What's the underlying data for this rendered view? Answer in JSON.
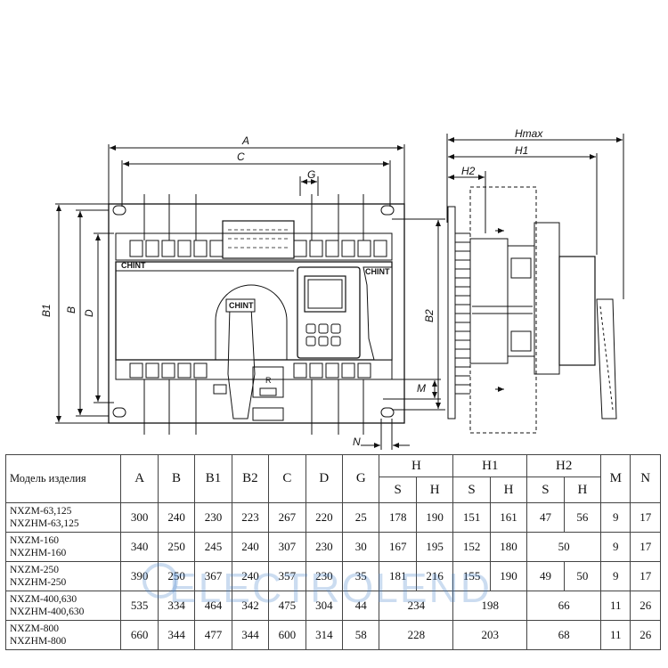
{
  "drawing": {
    "dims": {
      "A": "A",
      "C": "C",
      "G": "G",
      "B1": "B1",
      "B": "B",
      "D": "D",
      "B2": "B2",
      "M": "M",
      "N": "N",
      "Hmax": "Hmax",
      "H1": "H1",
      "H2": "H2"
    },
    "brand_front_left": "CHINT",
    "brand_front_right": "CHINT",
    "brand_handle": "CHINT",
    "panel_R": "R"
  },
  "table": {
    "header_model": "Модель изделия",
    "header_cols": [
      "A",
      "B",
      "B1",
      "B2",
      "C",
      "D",
      "G",
      "H",
      "H1",
      "H2",
      "M",
      "N"
    ],
    "sub_S": "S",
    "sub_H": "H",
    "rows": [
      {
        "model1": "NXZM-63,125",
        "model2": "NXZHM-63,125",
        "A": "300",
        "B": "240",
        "B1": "230",
        "B2": "223",
        "C": "267",
        "D": "220",
        "G": "25",
        "H_S": "178",
        "H_H": "190",
        "H1_S": "151",
        "H1_H": "161",
        "H2_S": "47",
        "H2_H": "56",
        "M": "9",
        "N": "17"
      },
      {
        "model1": "NXZM-160",
        "model2": "NXZHM-160",
        "A": "340",
        "B": "250",
        "B1": "245",
        "B2": "240",
        "C": "307",
        "D": "230",
        "G": "30",
        "H_S": "167",
        "H_H": "195",
        "H1_S": "152",
        "H1_H": "180",
        "H2": "50",
        "M": "9",
        "N": "17"
      },
      {
        "model1": "NXZM-250",
        "model2": "NXZHM-250",
        "A": "390",
        "B": "250",
        "B1": "367",
        "B2": "240",
        "C": "357",
        "D": "230",
        "G": "35",
        "H_S": "181",
        "H_H": "216",
        "H1_S": "155",
        "H1_H": "190",
        "H2_S": "49",
        "H2_H": "50",
        "M": "9",
        "N": "17"
      },
      {
        "model1": "NXZM-400,630",
        "model2": "NXZHM-400,630",
        "A": "535",
        "B": "334",
        "B1": "464",
        "B2": "342",
        "C": "475",
        "D": "304",
        "G": "44",
        "H": "234",
        "H1": "198",
        "H2": "66",
        "M": "11",
        "N": "26"
      },
      {
        "model1": "NXZM-800",
        "model2": "NXZHM-800",
        "A": "660",
        "B": "344",
        "B1": "477",
        "B2": "344",
        "C": "600",
        "D": "314",
        "G": "58",
        "H": "228",
        "H1": "203",
        "H2": "68",
        "M": "11",
        "N": "26"
      }
    ]
  },
  "watermark": "ELECTROLEND"
}
